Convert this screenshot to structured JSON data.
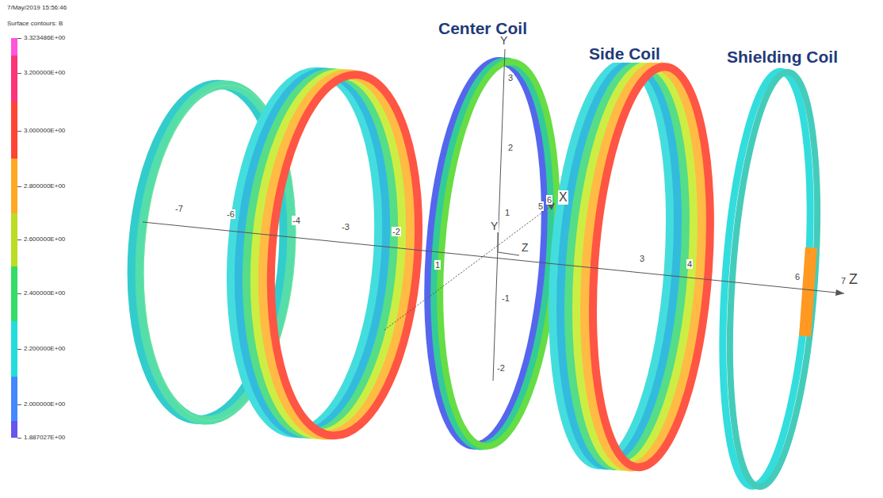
{
  "diagram": {
    "labels": [
      "7/May/2019 15:56:46",
      "Surface contours: B",
      "Center Coil",
      "Side Coil",
      "Shielding Coil",
      "-7",
      "-6",
      "-4",
      "-3",
      "-2",
      "3",
      "4",
      "6",
      "7",
      "Z",
      "3",
      "2",
      "1",
      "-1",
      "-2",
      "Y",
      "5",
      "6",
      "X",
      "1",
      "Y",
      "Z"
    ],
    "legend": [
      {
        "text": "3.323486E+00",
        "color": "#ff55dd"
      },
      {
        "text": "3.200000E+00",
        "color": "#ff3377"
      },
      {
        "text": "3.000000E+00",
        "color": "#ff4433"
      },
      {
        "text": "2.800000E+00",
        "color": "#ffaa22"
      },
      {
        "text": "2.600000E+00",
        "color": "#bbdd22"
      },
      {
        "text": "2.400000E+00",
        "color": "#33dd66"
      },
      {
        "text": "2.200000E+00",
        "color": "#22dddd"
      },
      {
        "text": "2.000000E+00",
        "color": "#4488ff"
      },
      {
        "text": "1.887027E+00",
        "color": "#6655ee"
      }
    ]
  }
}
